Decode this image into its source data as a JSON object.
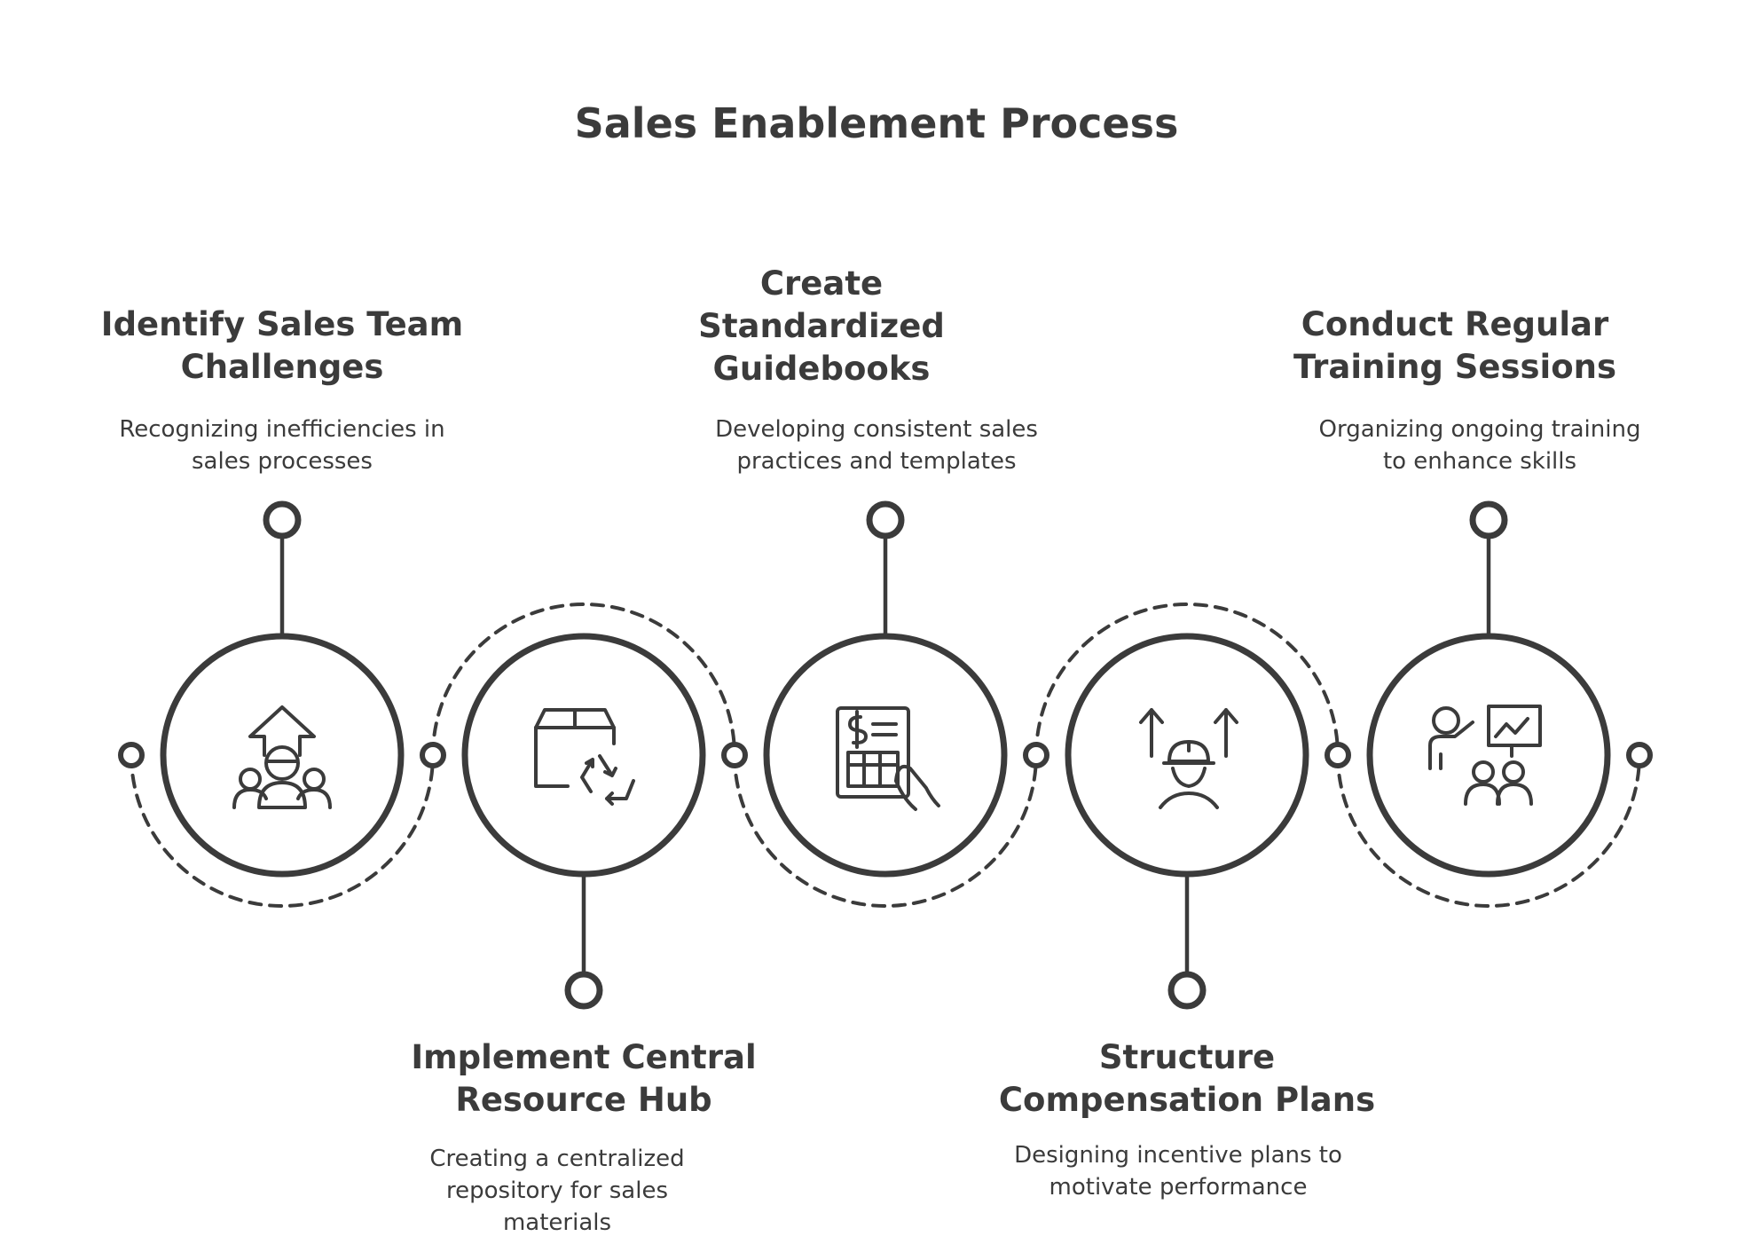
{
  "title": "Sales Enablement Process",
  "colors": {
    "stroke": "#3b3b3b",
    "background": "#ffffff"
  },
  "steps": [
    {
      "heading_lines": [
        "Identify Sales Team",
        "Challenges"
      ],
      "description_lines": [
        "Recognizing inefficiencies in",
        "sales processes"
      ],
      "icon": "team-growth-icon",
      "position": "top"
    },
    {
      "heading_lines": [
        "Implement Central",
        "Resource Hub"
      ],
      "description_lines": [
        "Creating a centralized",
        "repository for sales",
        "materials"
      ],
      "icon": "box-recycle-icon",
      "position": "bottom"
    },
    {
      "heading_lines": [
        "Create",
        "Standardized",
        "Guidebooks"
      ],
      "description_lines": [
        "Developing consistent sales",
        "practices and templates"
      ],
      "icon": "document-hand-icon",
      "position": "top"
    },
    {
      "heading_lines": [
        "Structure",
        "Compensation Plans"
      ],
      "description_lines": [
        "Designing incentive plans to",
        "motivate performance"
      ],
      "icon": "worker-arrows-icon",
      "position": "bottom"
    },
    {
      "heading_lines": [
        "Conduct Regular",
        "Training Sessions"
      ],
      "description_lines": [
        "Organizing ongoing training",
        "to enhance skills"
      ],
      "icon": "presenter-audience-icon",
      "position": "top"
    }
  ]
}
